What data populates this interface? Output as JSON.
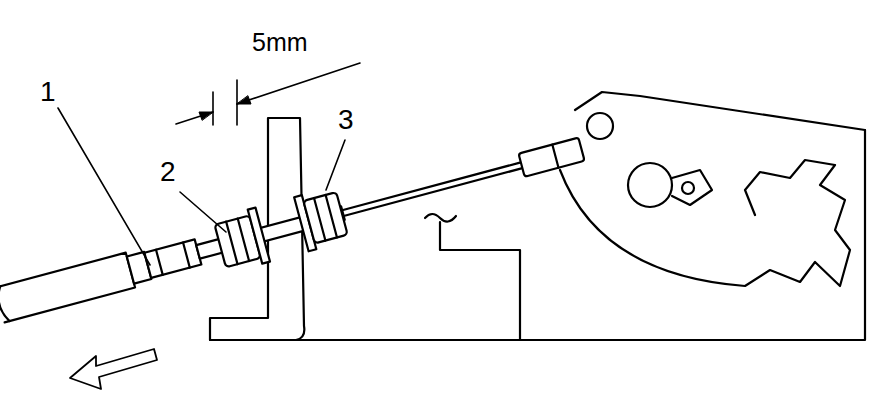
{
  "diagram": {
    "labels": [
      "1",
      "2",
      "3",
      "5mm"
    ]
  }
}
